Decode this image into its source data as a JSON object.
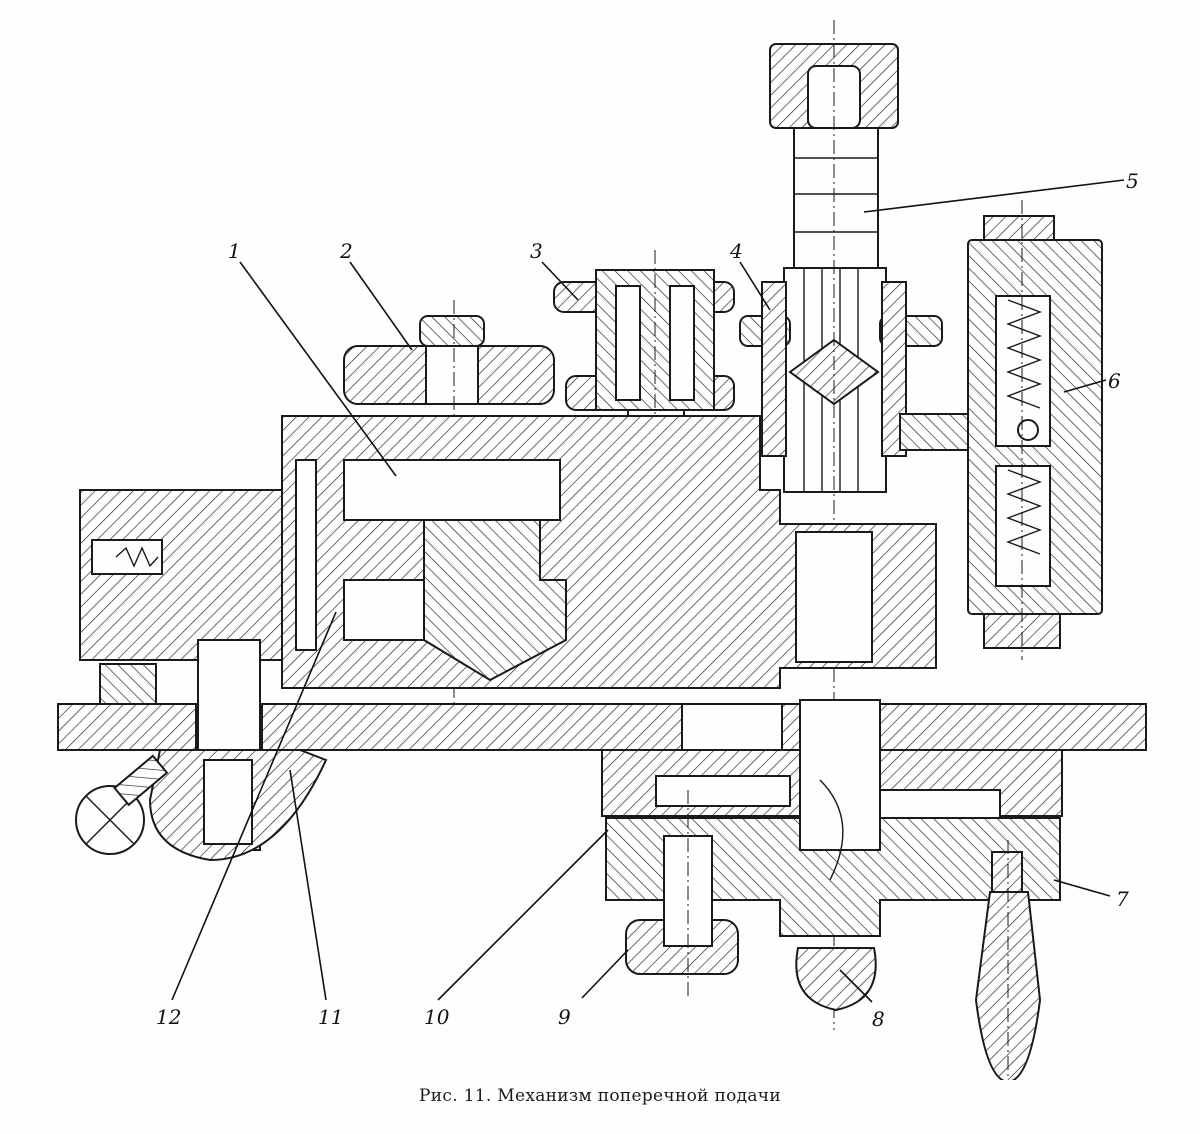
{
  "figure": {
    "caption": "Рис. 11. Механизм поперечной подачи",
    "callouts": {
      "c1": "1",
      "c2": "2",
      "c3": "3",
      "c4": "4",
      "c5": "5",
      "c6": "6",
      "c7": "7",
      "c8": "8",
      "c9": "9",
      "c10": "10",
      "c11": "11",
      "c12": "12"
    }
  }
}
